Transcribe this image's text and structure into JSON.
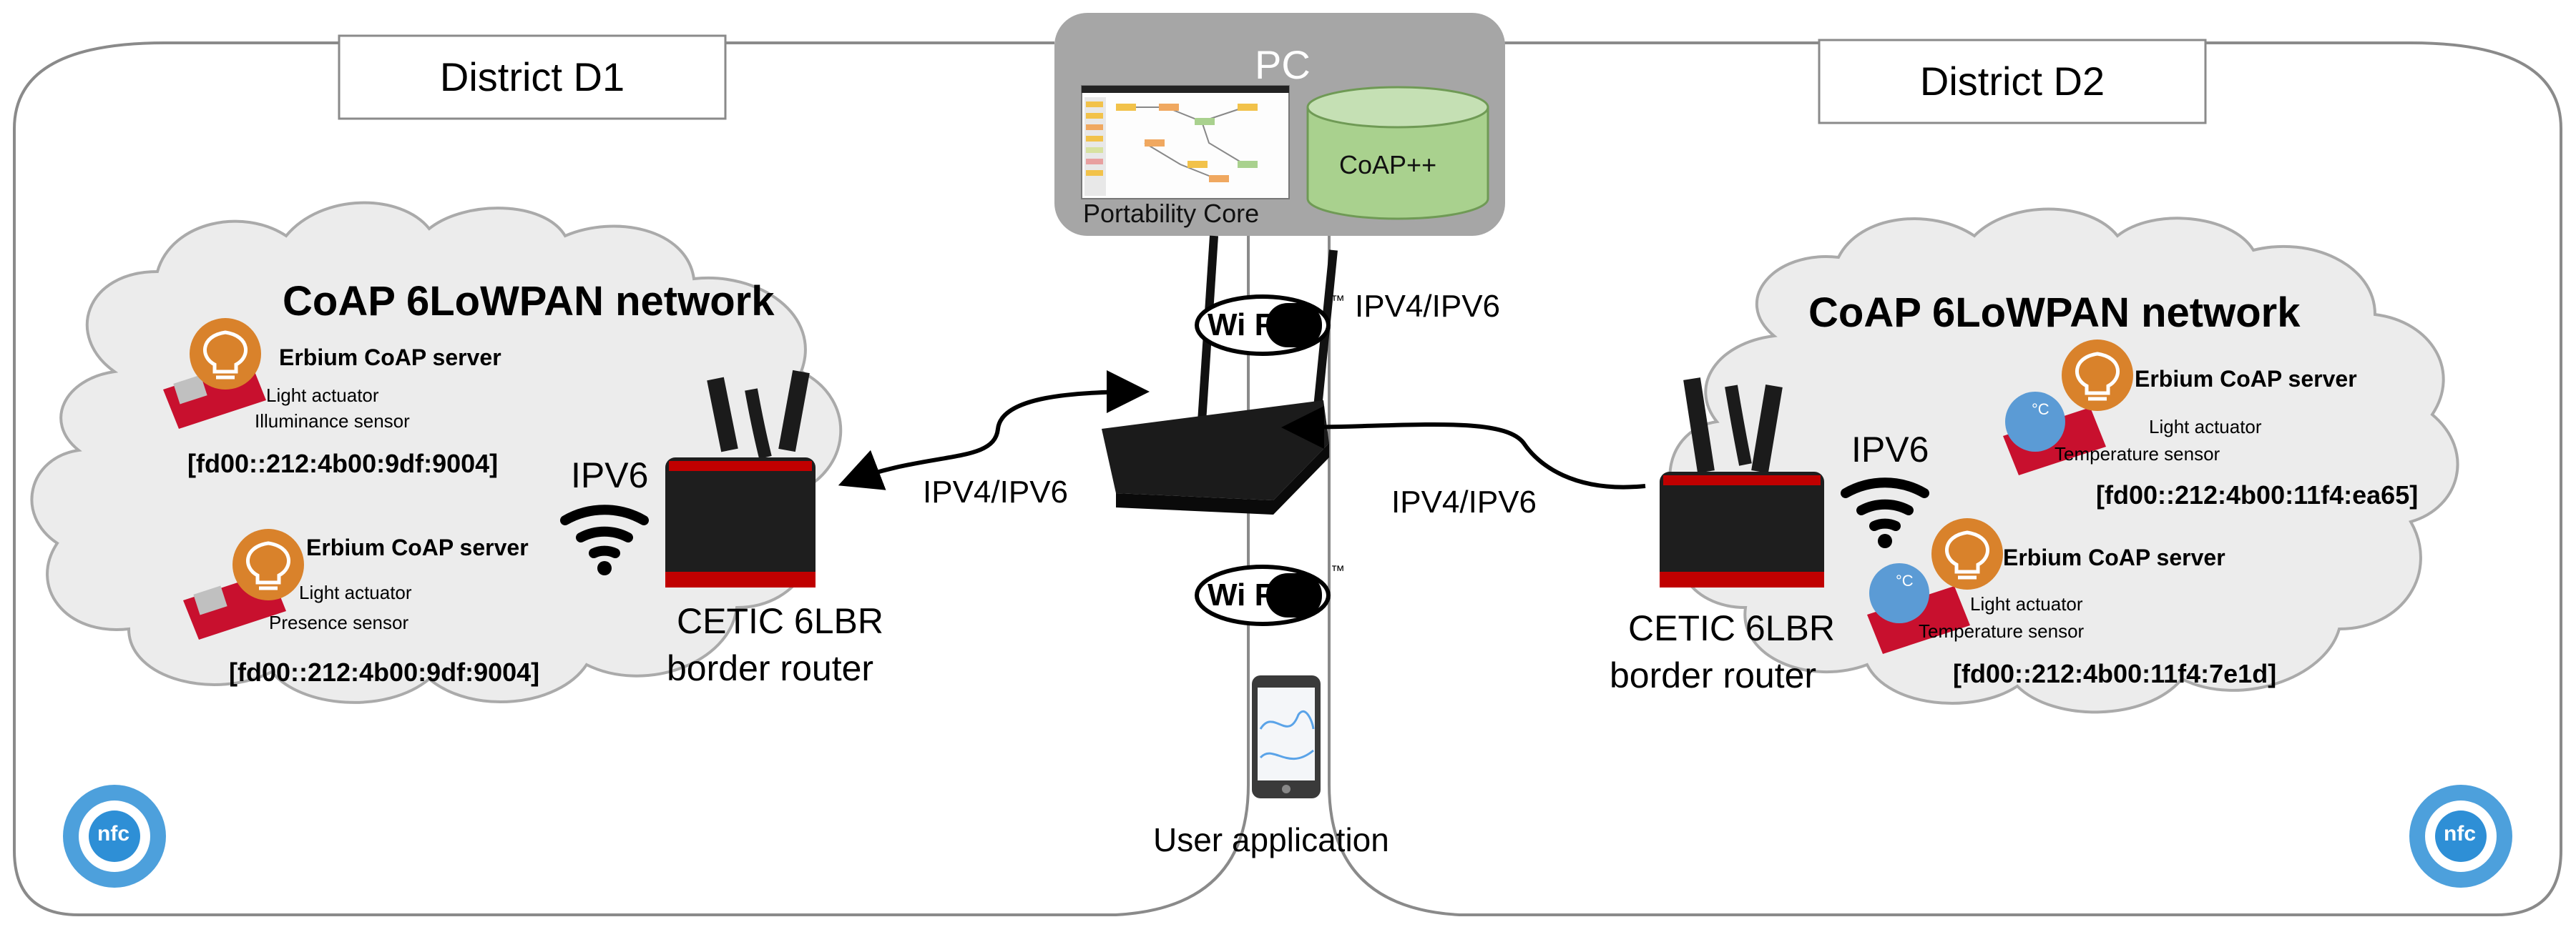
{
  "districts": {
    "d1": "District D1",
    "d2": "District D2"
  },
  "pc": {
    "title": "PC",
    "core_label": "Portability Core",
    "db_label": "CoAP++"
  },
  "router_links": {
    "wifi_top": "IPV4/IPV6",
    "left_link": "IPV4/IPV6",
    "right_link": "IPV4/IPV6"
  },
  "wifi_logo": {
    "word": "Wi Fi",
    "tm": "™"
  },
  "user_app": "User application",
  "left_network": {
    "title": "CoAP 6LoWPAN network",
    "ipv6": "IPV6",
    "router_line1": "CETIC 6LBR",
    "router_line2": "border router",
    "nodes": [
      {
        "server": "Erbium CoAP server",
        "line1": "Light actuator",
        "line2": "Illuminance sensor",
        "address": "[fd00::212:4b00:9df:9004]"
      },
      {
        "server": "Erbium CoAP server",
        "line1": "Light actuator",
        "line2": "Presence sensor",
        "address": "[fd00::212:4b00:9df:9004]"
      }
    ]
  },
  "right_network": {
    "title": "CoAP 6LoWPAN network",
    "ipv6": "IPV6",
    "router_line1": "CETIC 6LBR",
    "router_line2": "border router",
    "nodes": [
      {
        "server": "Erbium CoAP server",
        "line1": "Light actuator",
        "line2": "Temperature sensor",
        "address": "[fd00::212:4b00:11f4:ea65]"
      },
      {
        "server": "Erbium CoAP server",
        "line1": "Light actuator",
        "line2": "Temperature sensor",
        "address": "[fd00::212:4b00:11f4:7e1d]"
      }
    ]
  },
  "nfc": {
    "text": "nfc"
  },
  "temp_unit": "°C",
  "colors": {
    "border": "#8a8a8a",
    "pc_panel": "#a6a6a6",
    "db_fill": "#a9d18e",
    "db_top": "#c5e0b4",
    "bulb": "#d9822b",
    "thermo": "#5b9bd5",
    "router_red": "#c00000",
    "nfc_blue": "#2e8fd6"
  }
}
